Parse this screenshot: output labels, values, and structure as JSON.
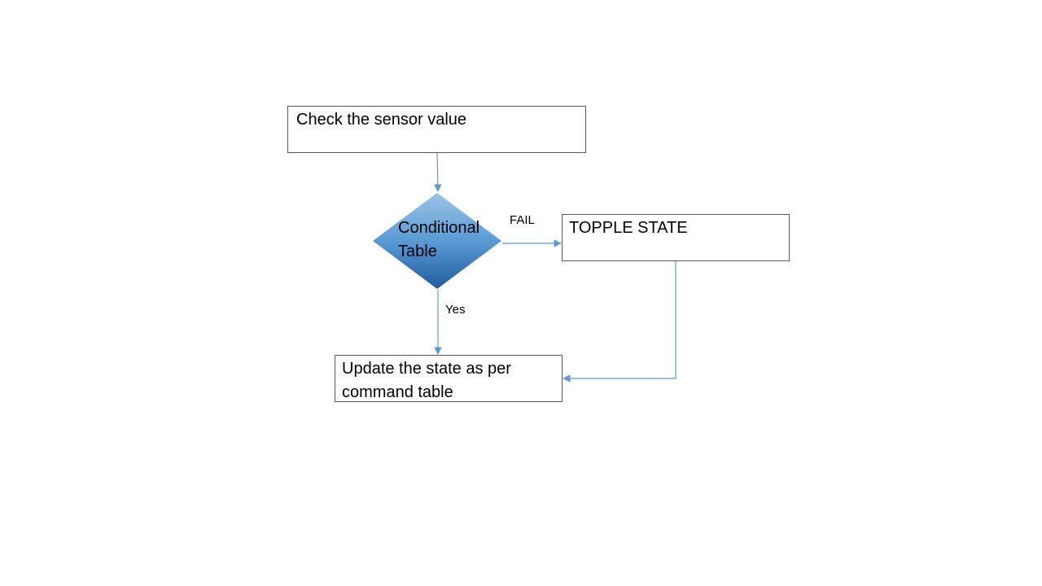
{
  "flowchart": {
    "nodes": {
      "check_sensor": {
        "shape": "rectangle",
        "text": "Check the sensor value"
      },
      "conditional": {
        "shape": "diamond",
        "line1": "Conditional",
        "line2": "Table"
      },
      "topple_state": {
        "shape": "rectangle",
        "text": "TOPPLE STATE"
      },
      "update_state": {
        "shape": "rectangle",
        "line1": "Update the state as per",
        "line2": "command table"
      }
    },
    "edges": [
      {
        "from": "check_sensor",
        "to": "conditional",
        "label": ""
      },
      {
        "from": "conditional",
        "to": "topple_state",
        "label": "FAIL"
      },
      {
        "from": "conditional",
        "to": "update_state",
        "label": "Yes"
      },
      {
        "from": "topple_state",
        "to": "update_state",
        "label": ""
      }
    ]
  },
  "colors": {
    "connector": "#5b9bd5",
    "box_border": "#595959",
    "diamond_top": "#9dc3e6",
    "diamond_mid": "#5b9bd5",
    "diamond_bottom": "#1f5c9c"
  }
}
